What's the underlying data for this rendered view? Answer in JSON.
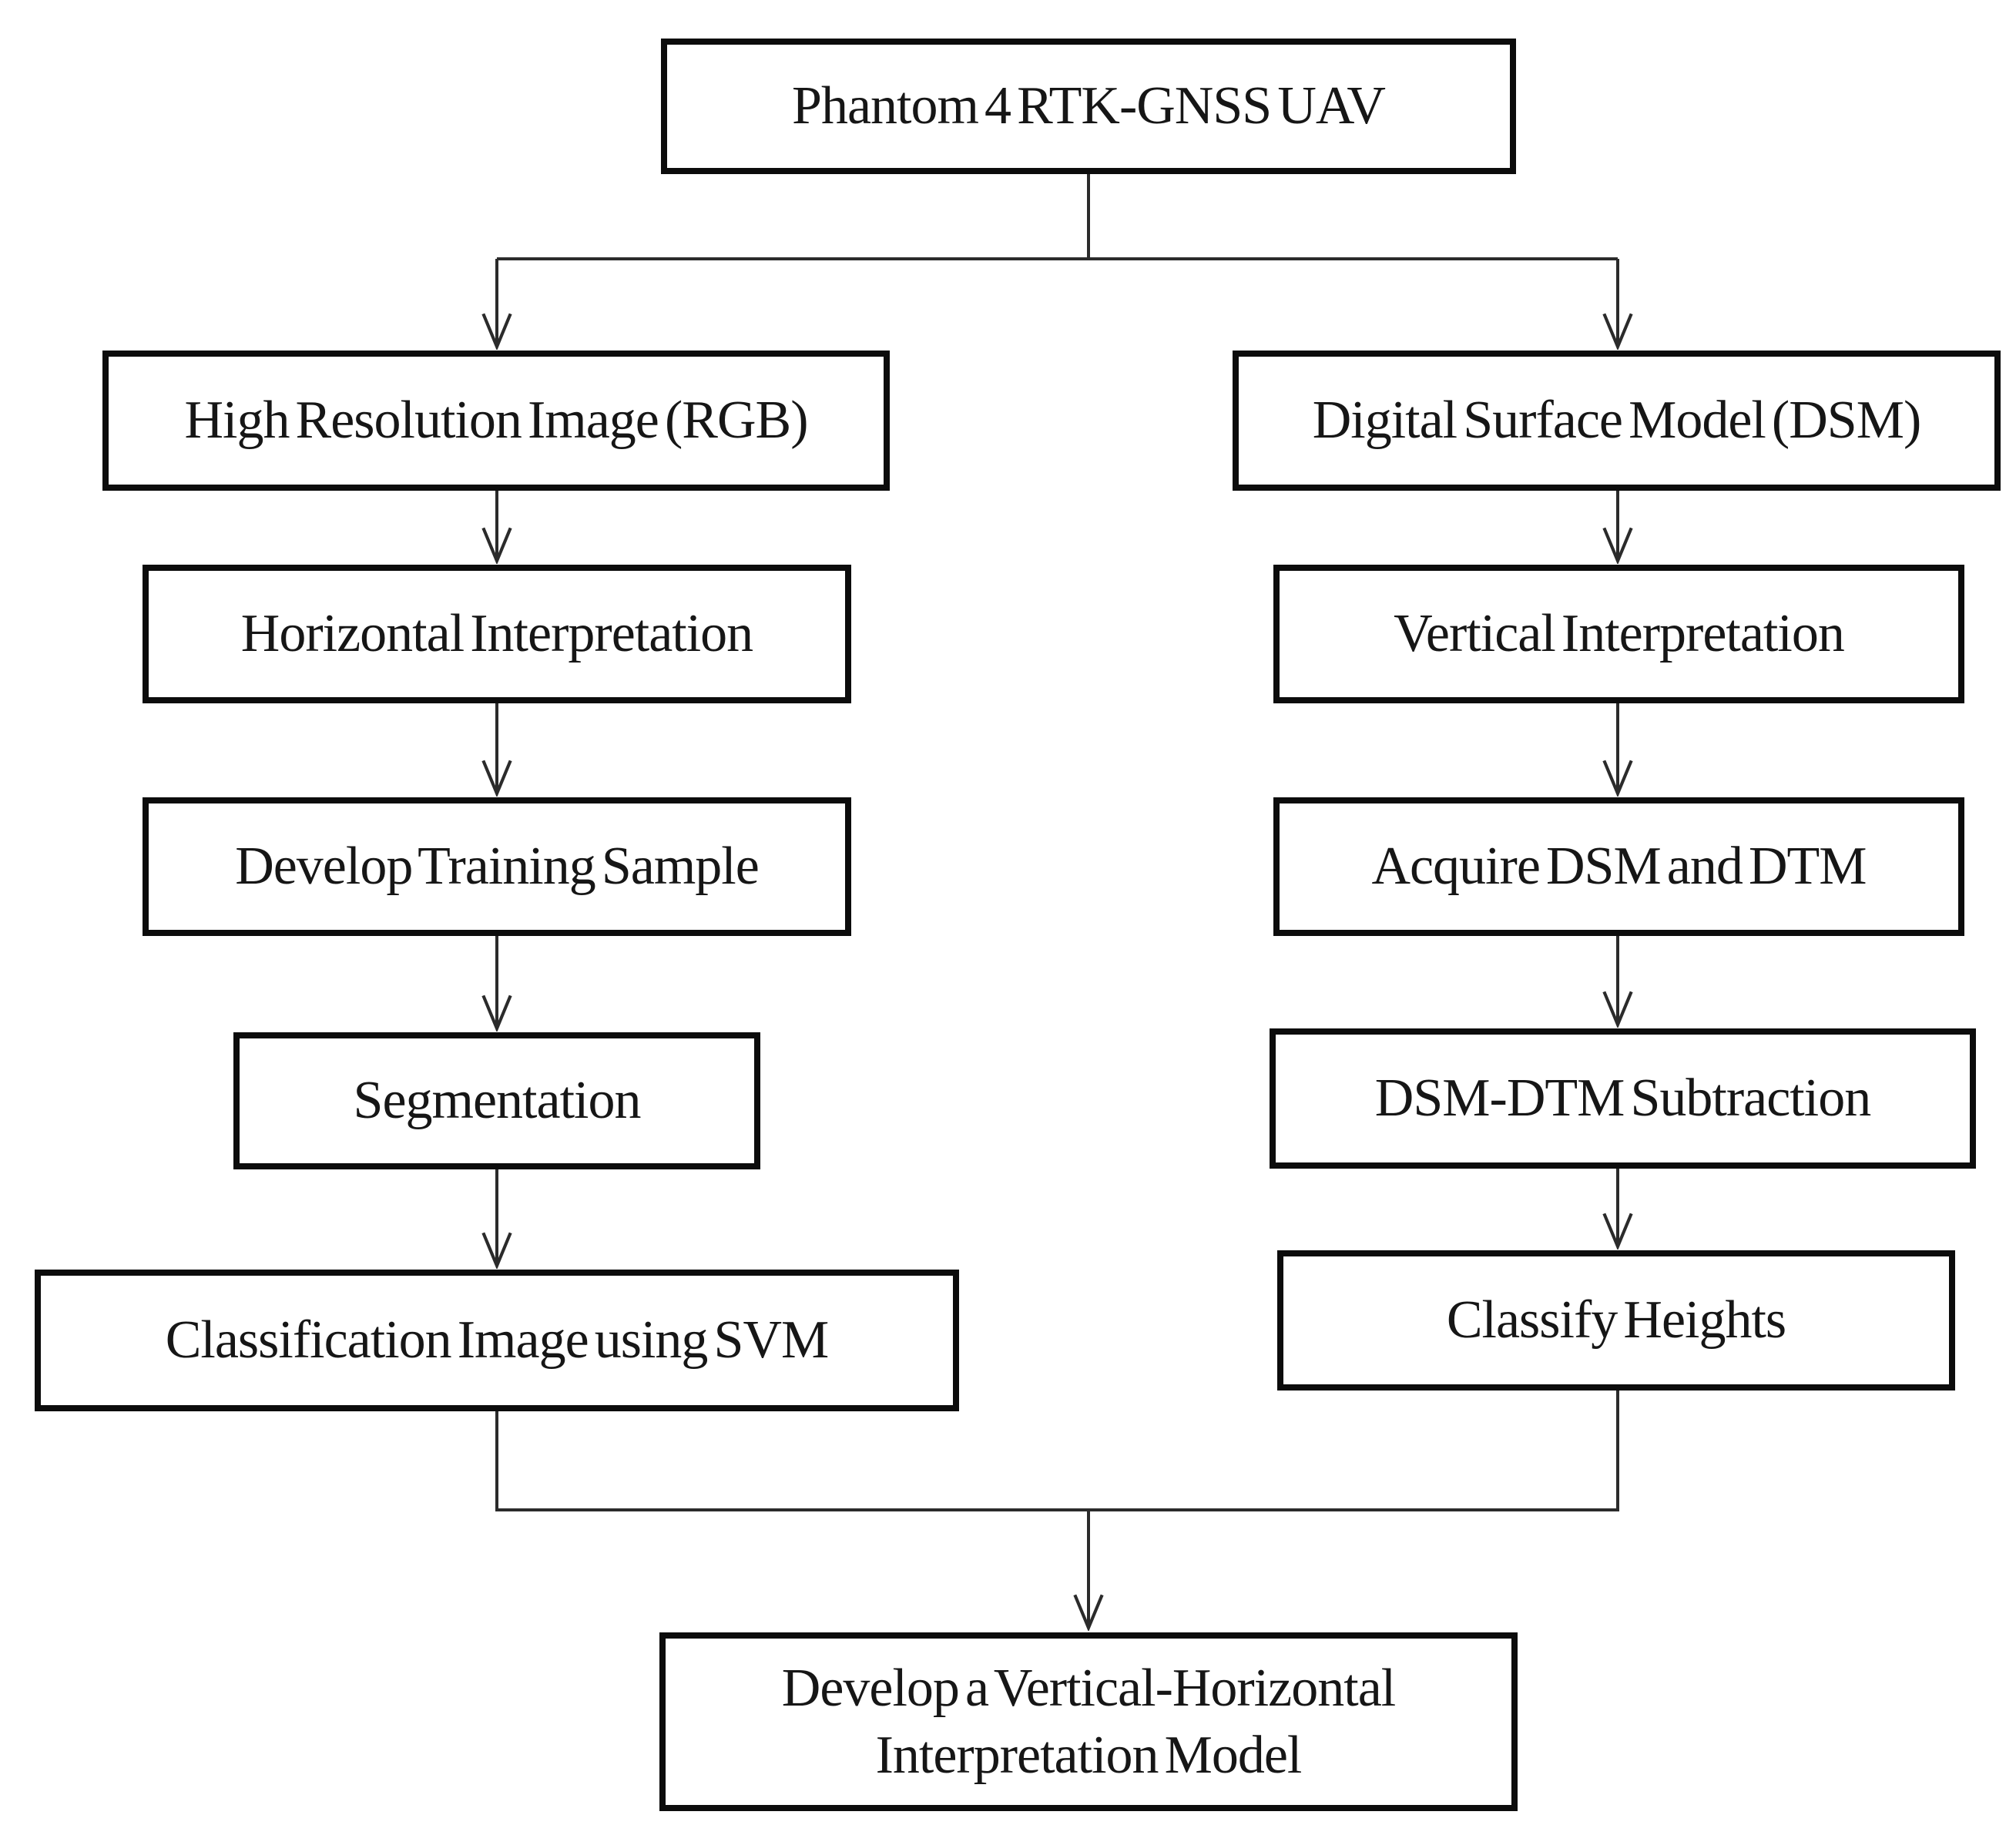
{
  "diagram": {
    "type": "flowchart",
    "colors": {
      "background": "#ffffff",
      "box_fill": "#ffffff",
      "box_border": "#0c0c0c",
      "connector_line": "#2b2b2b",
      "text": "#161616"
    },
    "nodes": {
      "root": {
        "label": "Phantom 4 RTK-GNSS UAV"
      },
      "left": [
        {
          "label": "High Resolution Image (RGB)"
        },
        {
          "label": "Horizontal Interpretation"
        },
        {
          "label": "Develop Training Sample"
        },
        {
          "label": "Segmentation"
        },
        {
          "label": "Classification Image using SVM"
        }
      ],
      "right": [
        {
          "label": "Digital Surface Model (DSM)"
        },
        {
          "label": "Vertical Interpretation"
        },
        {
          "label": "Acquire DSM and DTM"
        },
        {
          "label": "DSM-DTM Subtraction"
        },
        {
          "label": "Classify Heights"
        }
      ],
      "final": {
        "label": "Develop a Vertical-Horizontal Interpretation Model"
      }
    },
    "edges": [
      {
        "from": "Phantom 4 RTK-GNSS UAV",
        "to": "High Resolution Image (RGB)"
      },
      {
        "from": "Phantom 4 RTK-GNSS UAV",
        "to": "Digital Surface Model (DSM)"
      },
      {
        "from": "High Resolution Image (RGB)",
        "to": "Horizontal Interpretation"
      },
      {
        "from": "Horizontal Interpretation",
        "to": "Develop Training Sample"
      },
      {
        "from": "Develop Training Sample",
        "to": "Segmentation"
      },
      {
        "from": "Segmentation",
        "to": "Classification Image using SVM"
      },
      {
        "from": "Digital Surface Model (DSM)",
        "to": "Vertical Interpretation"
      },
      {
        "from": "Vertical Interpretation",
        "to": "Acquire DSM and DTM"
      },
      {
        "from": "Acquire DSM and DTM",
        "to": "DSM-DTM Subtraction"
      },
      {
        "from": "DSM-DTM Subtraction",
        "to": "Classify Heights"
      },
      {
        "from": "Classification Image using SVM",
        "to": "Develop a Vertical-Horizontal Interpretation Model"
      },
      {
        "from": "Classify Heights",
        "to": "Develop a Vertical-Horizontal Interpretation Model"
      }
    ]
  }
}
